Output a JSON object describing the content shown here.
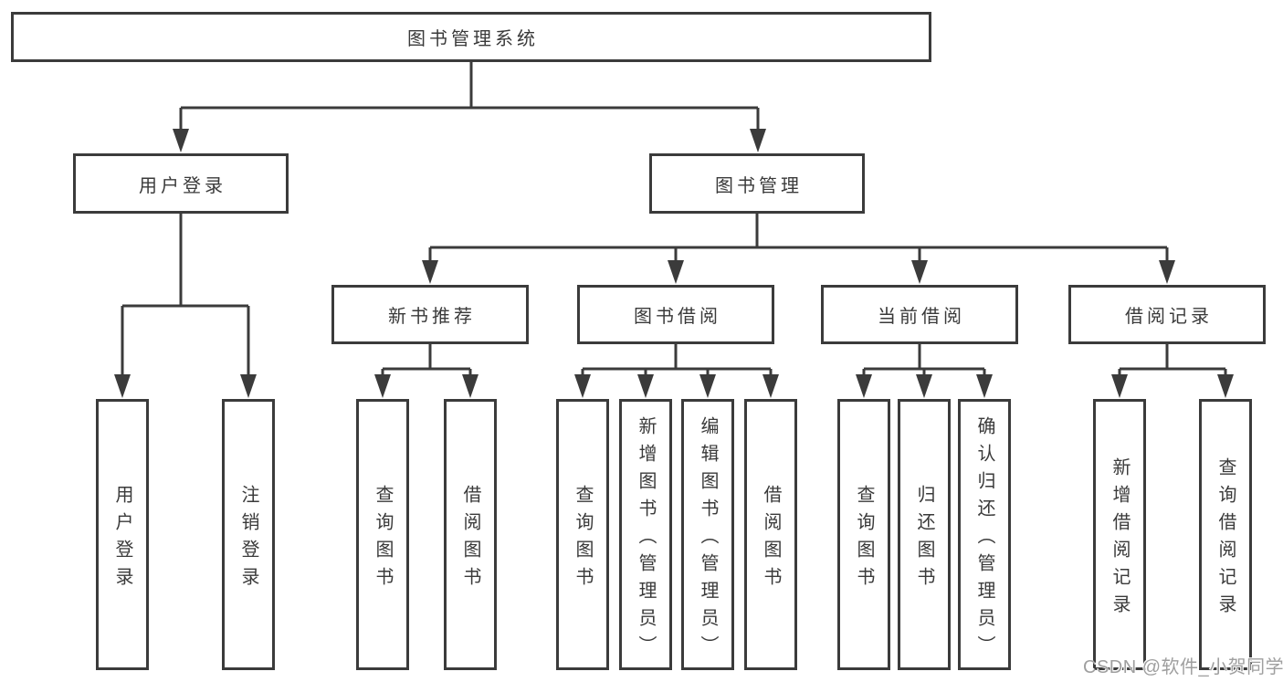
{
  "diagram": {
    "root": {
      "label": "图书管理系统"
    },
    "branches": [
      {
        "label": "用户登录",
        "children": [
          {
            "label": "用户登录"
          },
          {
            "label": "注销登录"
          }
        ]
      },
      {
        "label": "图书管理",
        "children": [
          {
            "label": "新书推荐",
            "children": [
              {
                "label": "查询图书"
              },
              {
                "label": "借阅图书"
              }
            ]
          },
          {
            "label": "图书借阅",
            "children": [
              {
                "label": "查询图书"
              },
              {
                "label": "新增图书（管理员）"
              },
              {
                "label": "编辑图书（管理员）"
              },
              {
                "label": "借阅图书"
              }
            ]
          },
          {
            "label": "当前借阅",
            "children": [
              {
                "label": "查询图书"
              },
              {
                "label": "归还图书"
              },
              {
                "label": "确认归还（管理员）"
              }
            ]
          },
          {
            "label": "借阅记录",
            "children": [
              {
                "label": "新增借阅记录"
              },
              {
                "label": "查询借阅记录"
              }
            ]
          }
        ]
      }
    ]
  },
  "watermark": {
    "text": "CSDN @软件_小贺同学"
  },
  "colors": {
    "line": "#3b3b3b",
    "text": "#3a3a3a",
    "watermark": "#9f9f9f",
    "background": "#ffffff"
  }
}
